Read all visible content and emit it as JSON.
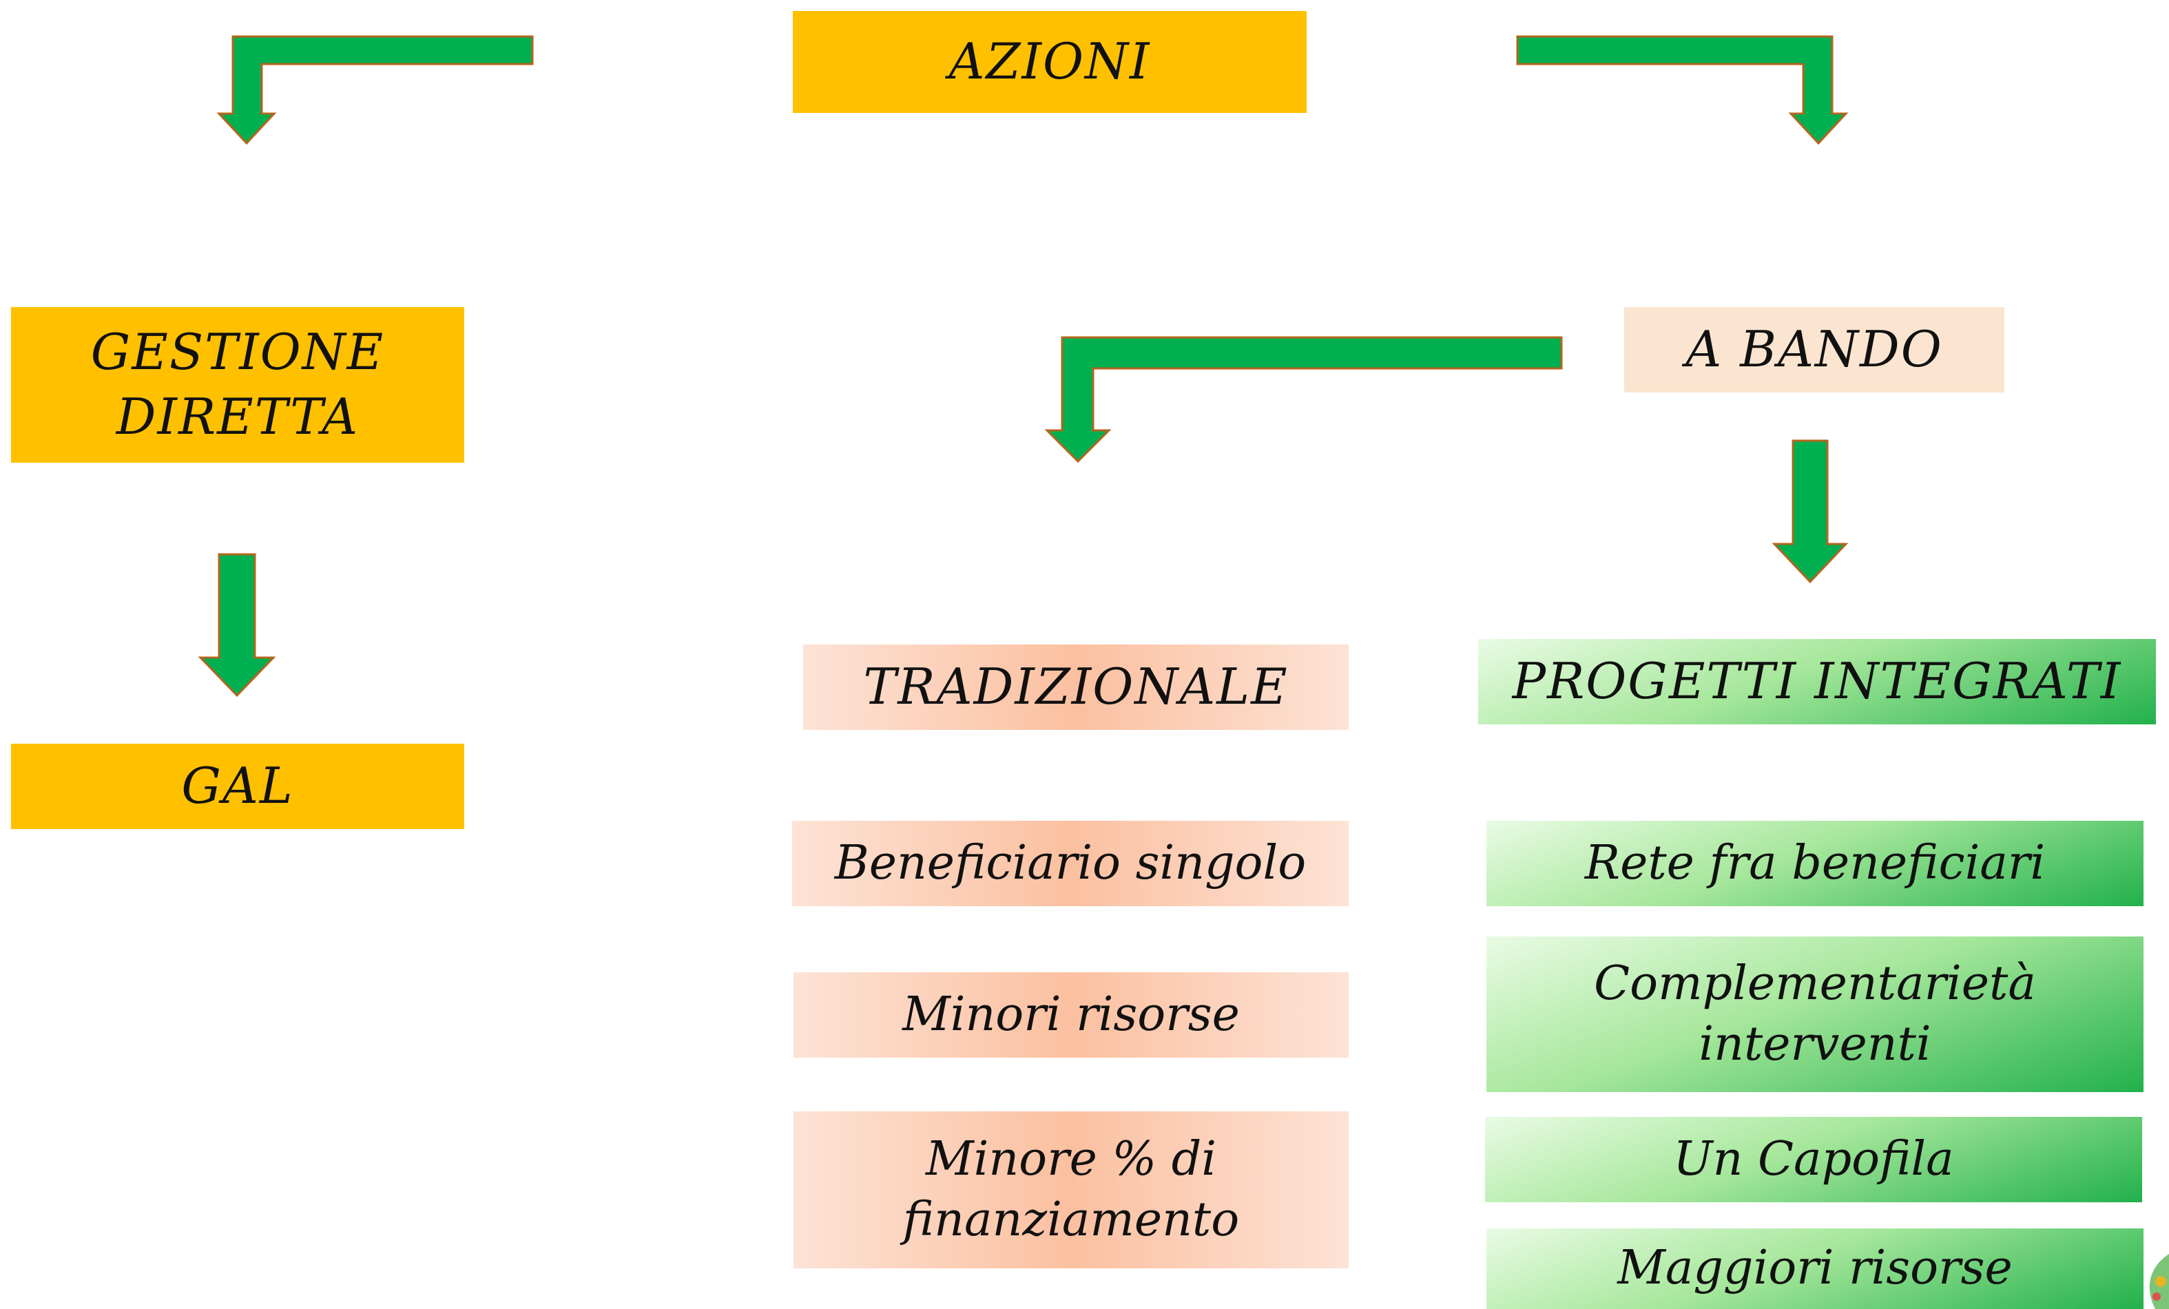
{
  "colors": {
    "orange": "#ffc000",
    "beige": "#fbe5d0",
    "salmon": "#fbc0a0",
    "green": "#22b14c",
    "arrow": "#00b050"
  },
  "nodes": {
    "azioni": "AZIONI",
    "gestione_line1": "GESTIONE",
    "gestione_line2": "DIRETTA",
    "gal": "GAL",
    "a_bando": "A BANDO",
    "tradizionale": "TRADIZIONALE",
    "progetti_integrati": "PROGETTI INTEGRATI",
    "beneficiario_singolo": "Beneficiario singolo",
    "minori_risorse": "Minori risorse",
    "minore_line1": "Minore % di",
    "minore_line2": "finanziamento",
    "rete": "Rete fra beneficiari",
    "complementarieta_line1": "Complementarietà",
    "complementarieta_line2": "interventi",
    "capofila": "Un Capofila",
    "maggiori_risorse": "Maggiori risorse"
  }
}
